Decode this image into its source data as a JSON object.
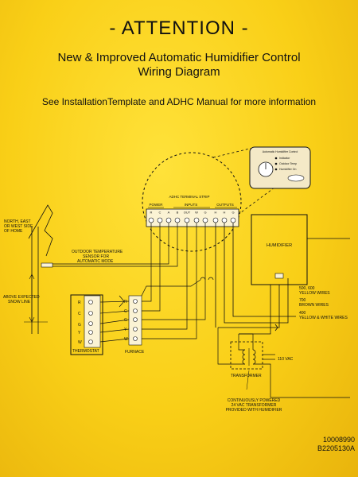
{
  "header": {
    "title": "- ATTENTION -",
    "subtitle_line1": "New & Improved Automatic Humidifier Control",
    "subtitle_line2": "Wiring Diagram",
    "note": "See InstallationTemplate and ADHC Manual for more information"
  },
  "diagram": {
    "control_lines": [
      "Automatic Humidifier Control",
      "Indicator",
      "Outdoor Temp",
      "Humidifier On"
    ],
    "strip_title": "ADHC TERMINAL STRIP",
    "group_power": "POWER",
    "group_inputs": "INPUTS",
    "group_outputs": "OUTPUTS",
    "terminals": [
      "R",
      "C",
      "A",
      "B",
      "OUT",
      "W",
      "G",
      "H",
      "H",
      "G"
    ],
    "wall_label": [
      "NORTH, EAST",
      "OR WEST SIDE",
      "OF HOME"
    ],
    "sensor_label": [
      "OUTDOOR TEMPERATURE",
      "SENSOR FOR",
      "AUTOMATIC MODE"
    ],
    "snow_label": [
      "ABOVE EXPECTED",
      "SNOW LINE"
    ],
    "humidifier": "HUMIDIFIER",
    "wires_a": [
      "500, 600",
      "YELLOW WIRES"
    ],
    "wires_b": [
      "700",
      "BROWN WIRES"
    ],
    "wires_c": [
      "400",
      "YELLOW & WHITE WIRES"
    ],
    "thermostat": "THERMOSTAT",
    "furnace": "FURNACE",
    "thermostat_terms": [
      "R",
      "C",
      "G",
      "Y",
      "W"
    ],
    "furnace_terms": [
      "R",
      "C",
      "G",
      "Y",
      "W"
    ],
    "vac": "110 VAC",
    "transformer": "TRANSFORMER",
    "transformer_note": [
      "CONTINUOUSLY POWERED",
      "24 VAC TRANSFORMER",
      "PROVIDED WITH HUMIDIFIER"
    ]
  },
  "footer": {
    "code1": "10008990",
    "code2": "B2205130A"
  }
}
